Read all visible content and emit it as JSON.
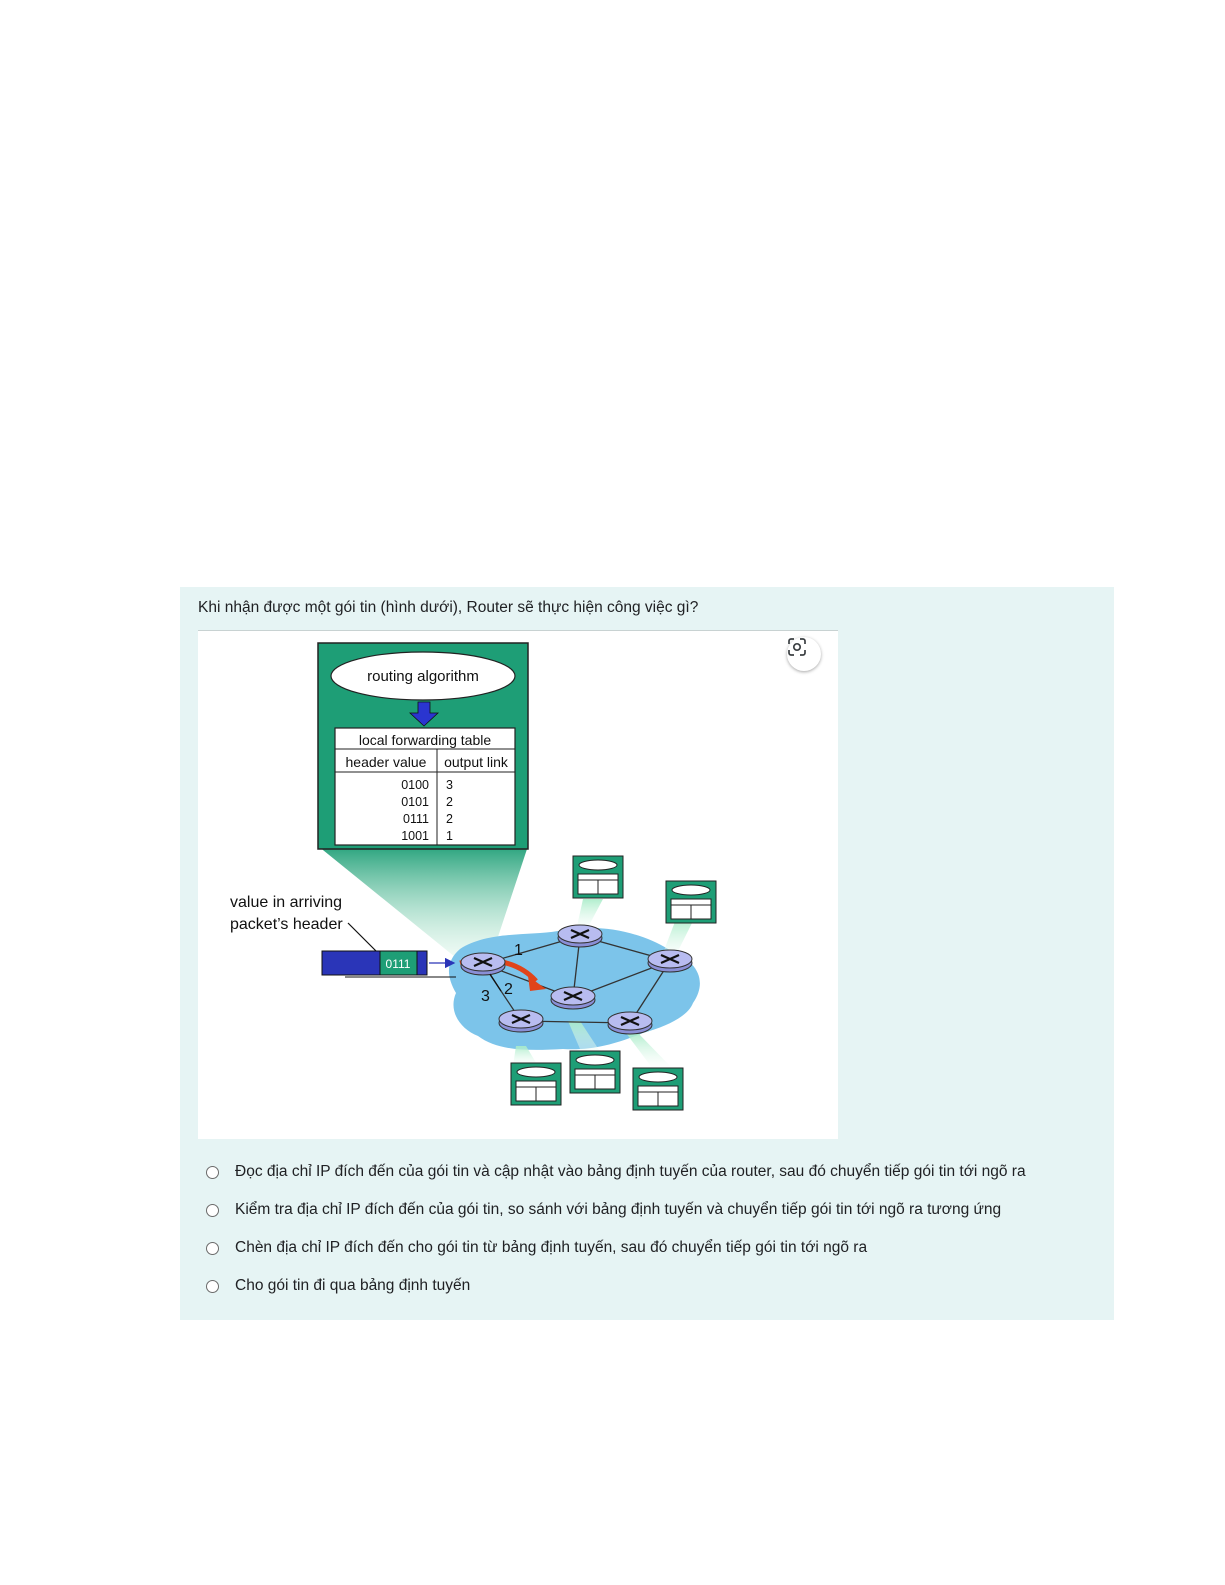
{
  "question": {
    "text": "Khi nhận được một gói tin (hình dưới), Router sẽ thực hiện công việc gì?"
  },
  "figure": {
    "routing_algorithm": "routing algorithm",
    "table_title": "local forwarding table",
    "col_header_value": "header value",
    "col_output_link": "output link",
    "rows": [
      {
        "value": "0100",
        "link": "3"
      },
      {
        "value": "0101",
        "link": "2"
      },
      {
        "value": "0111",
        "link": "2"
      },
      {
        "value": "1001",
        "link": "1"
      }
    ],
    "arriving_label_line1": "value in arriving",
    "arriving_label_line2": "packet’s header",
    "packet_value": "0111",
    "link_labels": [
      "1",
      "2",
      "3"
    ],
    "lens_icon": "google-lens-icon"
  },
  "options": [
    {
      "label": "Đọc địa chỉ IP đích đến của gói tin và cập nhật vào bảng định tuyến của router, sau đó chuyển tiếp gói tin tới ngõ ra"
    },
    {
      "label": "Kiểm tra địa chỉ IP đích đến của gói tin, so sánh với bảng định tuyến và chuyển tiếp gói tin tới ngõ ra tương ứng"
    },
    {
      "label": "Chèn địa chỉ IP đích đến cho gói tin từ bảng định tuyến, sau đó chuyển tiếp gói tin tới ngõ ra"
    },
    {
      "label": "Cho gói tin đi qua bảng định tuyến"
    }
  ],
  "colors": {
    "card_bg": "#e6f4f4",
    "table_green": "#1e9e76",
    "cloud_blue": "#7cc4ea",
    "packet_blue": "#2a35b8",
    "arrow_red": "#e0441a"
  }
}
